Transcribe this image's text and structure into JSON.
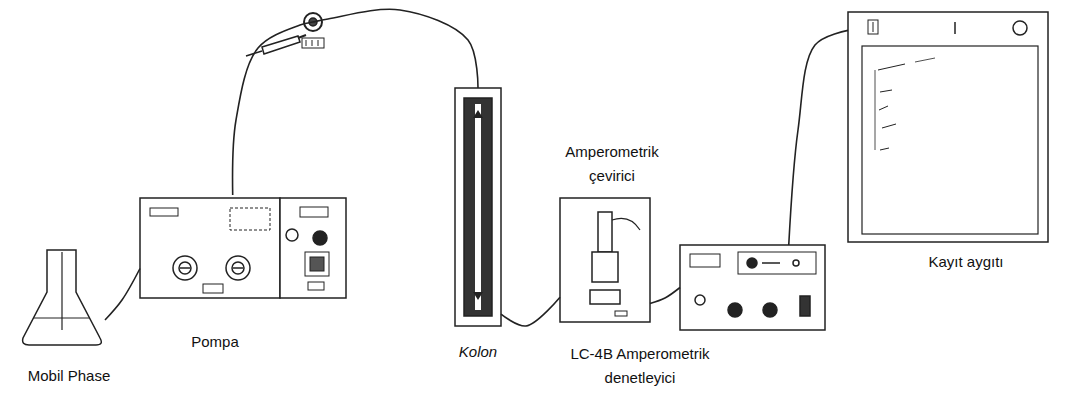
{
  "diagram": {
    "nodes": [
      {
        "text": [
          "Mobil Phase"
        ]
      },
      {
        "text": [
          "Pompa"
        ]
      },
      {
        "text": [
          "Kolon"
        ]
      },
      {
        "text": [
          "Amperometrik çevirici"
        ]
      },
      {
        "text": [
          "LC-4B Amperometrik denetleyici"
        ]
      },
      {
        "text": [
          "Kayıt aygıtı"
        ]
      }
    ],
    "edges": [
      {
        "from": 0,
        "to": 1,
        "arrow": "none"
      },
      {
        "from": 1,
        "to": 2,
        "arrow": "none"
      },
      {
        "from": 2,
        "to": 3,
        "arrow": "none"
      },
      {
        "from": 3,
        "to": 4,
        "arrow": "none"
      },
      {
        "from": 4,
        "to": 5,
        "arrow": "none"
      }
    ]
  }
}
